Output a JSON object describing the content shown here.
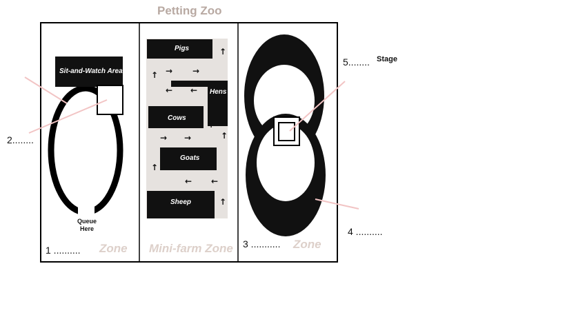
{
  "title": "Petting Zoo",
  "zone1": {
    "sit_area_label": "Sit-and-Watch Area",
    "queue_label_line1": "Queue",
    "queue_label_line2": "Here",
    "number_label": "1 ..........",
    "zone_word": "Zone"
  },
  "zone2": {
    "zone_name": "Mini-farm Zone",
    "pens": {
      "pigs": "Pigs",
      "hens": "Hens",
      "cows": "Cows",
      "goats": "Goats",
      "sheep": "Sheep"
    }
  },
  "zone3": {
    "number_label": "3 ...........",
    "zone_word": "Zone"
  },
  "labels": {
    "q2": "2........",
    "q4": "4 ..........",
    "q5": "5........",
    "stage": "Stage"
  },
  "colors": {
    "frame": "#000000",
    "zone_text": "#ddd0ca",
    "title_text": "#b8a9a2",
    "path_fill": "#e6e2df",
    "pointer": "#f2c4c4"
  }
}
